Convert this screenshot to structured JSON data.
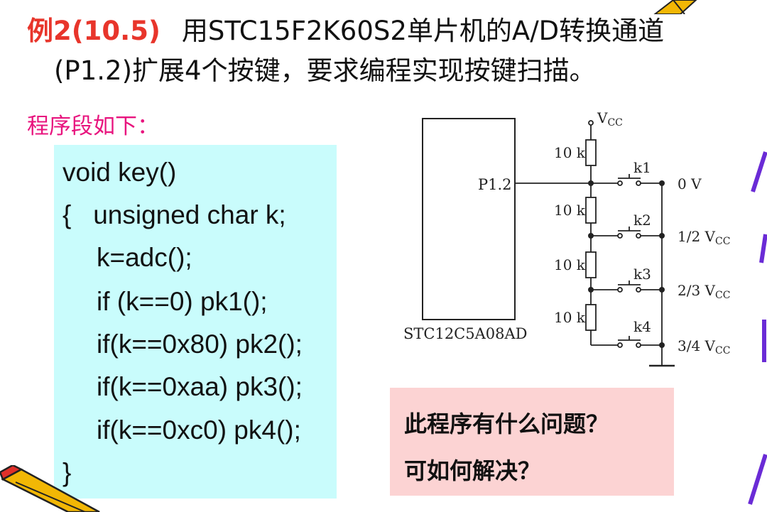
{
  "header": {
    "example_label": "例2(10.5)",
    "line1": "用STC15F2K60S2单片机的A/D转换通道",
    "line2": "(P1.2)扩展4个按键，要求编程实现按键扫描。"
  },
  "section_label": "程序段如下：",
  "code_lines": [
    "void key()",
    "{   unsigned char k;",
    "k=adc();",
    "if (k==0) pk1();",
    "if(k==0x80) pk2();",
    "if(k==0xaa) pk3();",
    "if(k==0xc0) pk4();",
    "}"
  ],
  "circuit": {
    "chip_label": "STC12C5A08AD",
    "pin_label": "P1.2",
    "supply_label": "V",
    "supply_sub": "CC",
    "resistors": [
      "10 k",
      "10 k",
      "10 k",
      "10 k"
    ],
    "keys": [
      "k1",
      "k2",
      "k3",
      "k4"
    ],
    "voltages": [
      {
        "main": "0 V",
        "sub": ""
      },
      {
        "main": "1/2 V",
        "sub": "CC"
      },
      {
        "main": "2/3 V",
        "sub": "CC"
      },
      {
        "main": "3/4 V",
        "sub": "CC"
      }
    ]
  },
  "note": {
    "line1": "此程序有什么问题？",
    "line2": "可如何解决？"
  },
  "colors": {
    "example_label": "#e8352b",
    "section_label": "#e8147e",
    "code_bg": "#c9fcfc",
    "note_bg": "#fcd3d3",
    "decoration": "#f2b705"
  },
  "icons": [
    "pencil-icon",
    "purple-arc-decoration"
  ]
}
